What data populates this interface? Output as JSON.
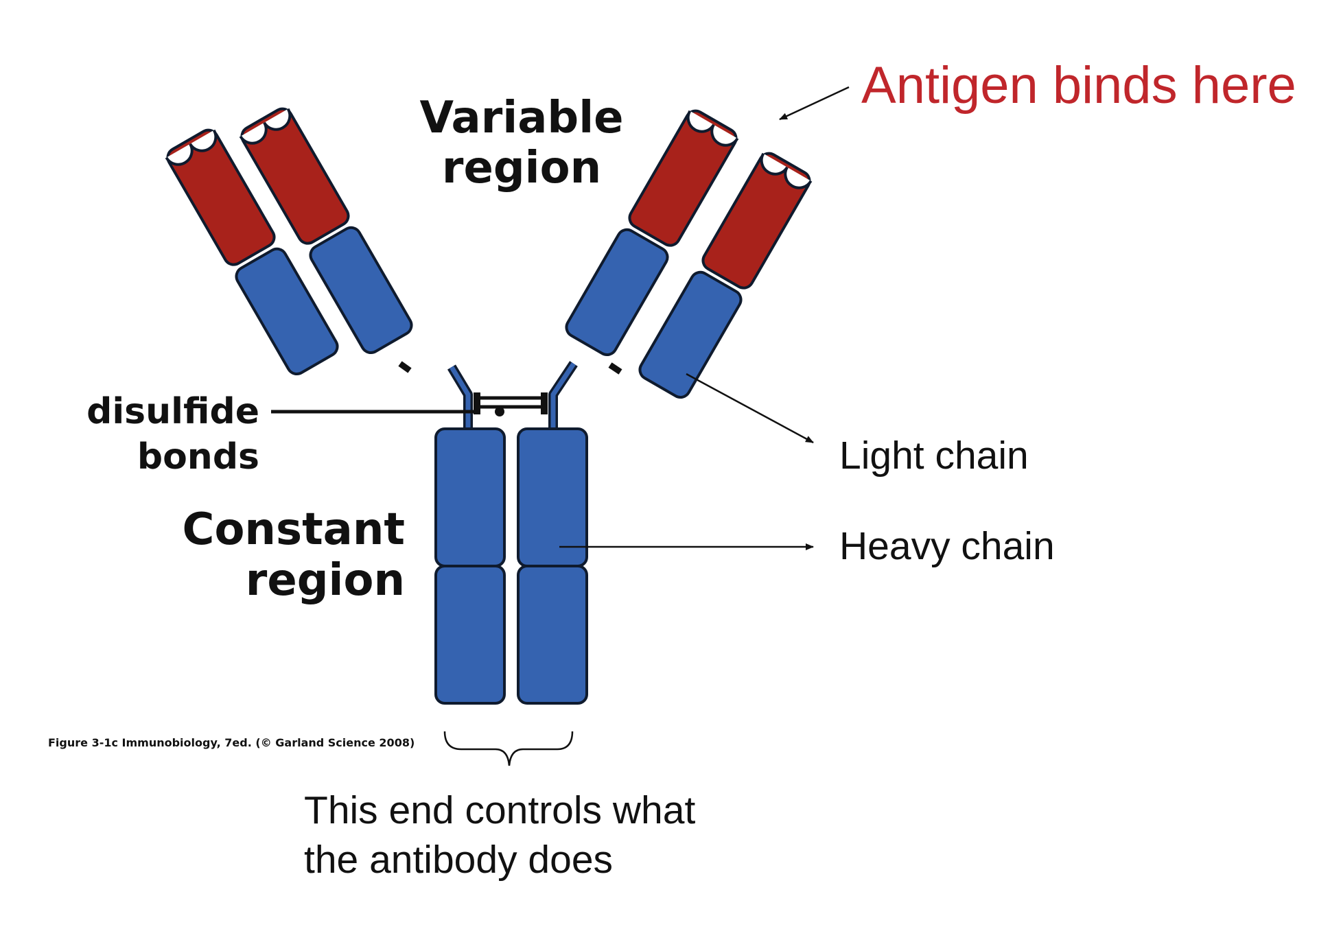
{
  "labels": {
    "variable_region_line1": "Variable",
    "variable_region_line2": "region",
    "constant_region_line1": "Constant",
    "constant_region_line2": "region",
    "disulfide_line1": "disulfide",
    "disulfide_line2": "bonds",
    "antigen": "Antigen binds here",
    "light_chain": "Light chain",
    "heavy_chain": "Heavy chain",
    "end_controls_line1": "This end controls what",
    "end_controls_line2": "the antibody does",
    "figure_credit": "Figure 3-1c  Immunobiology, 7ed. (© Garland Science 2008)"
  },
  "colors": {
    "variable_domain": "#a8221b",
    "constant_domain": "#3563b0",
    "outline": "#0f1b2e",
    "antigen_text": "#c0262b",
    "text": "#111111"
  }
}
